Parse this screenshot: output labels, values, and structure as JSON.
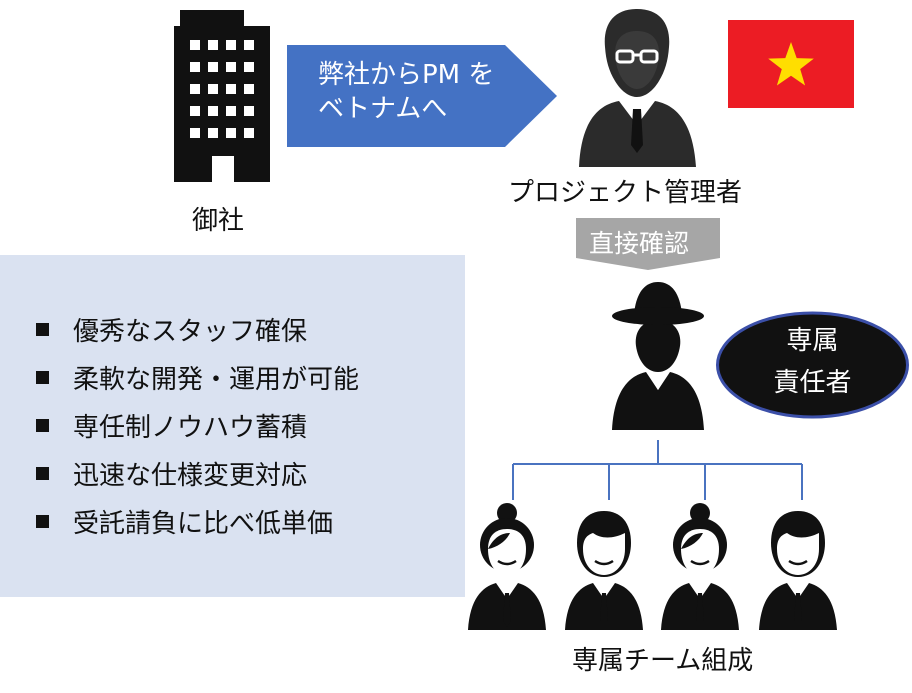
{
  "client": {
    "label": "御社"
  },
  "transfer_arrow": {
    "line1": "弊社からPM を",
    "line2": "ベトナムへ"
  },
  "pm": {
    "label": "プロジェクト管理者"
  },
  "confirm_arrow": {
    "label": "直接確認"
  },
  "lead_badge": {
    "line1": "専属",
    "line2": "責任者"
  },
  "team": {
    "label": "専属チーム組成"
  },
  "benefits": [
    "優秀なスタッフ確保",
    "柔軟な開発・運用が可能",
    "専任制ノウハウ蓄積",
    "迅速な仕様変更対応",
    "受託請負に比べ低単価"
  ],
  "colors": {
    "arrow_blue": "#4472c4",
    "panel_bg": "#dae2f1",
    "gray_arrow": "#a6a6a6",
    "flag_red": "#ec1c24",
    "star_yellow": "#ffde00",
    "badge_border": "#3b4fa8"
  }
}
